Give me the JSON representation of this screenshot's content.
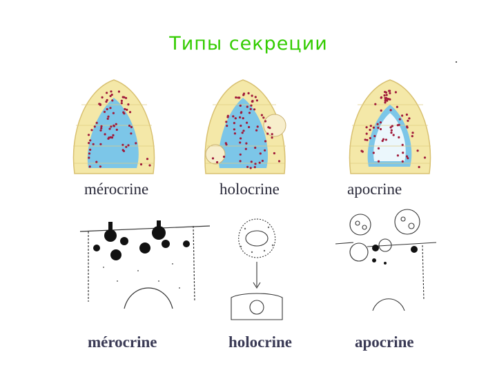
{
  "title": "Типы секреции",
  "labels_top": [
    "mérocrine",
    "holocrine",
    "apocrine"
  ],
  "labels_bottom": [
    "mérocrine",
    "holocrine",
    "apocrine"
  ],
  "colors": {
    "title": "#33cc00",
    "epithelium": "#f4e8a8",
    "lumen": "#7cc6e8",
    "granule": "#a01a3a",
    "line": "#333333"
  }
}
